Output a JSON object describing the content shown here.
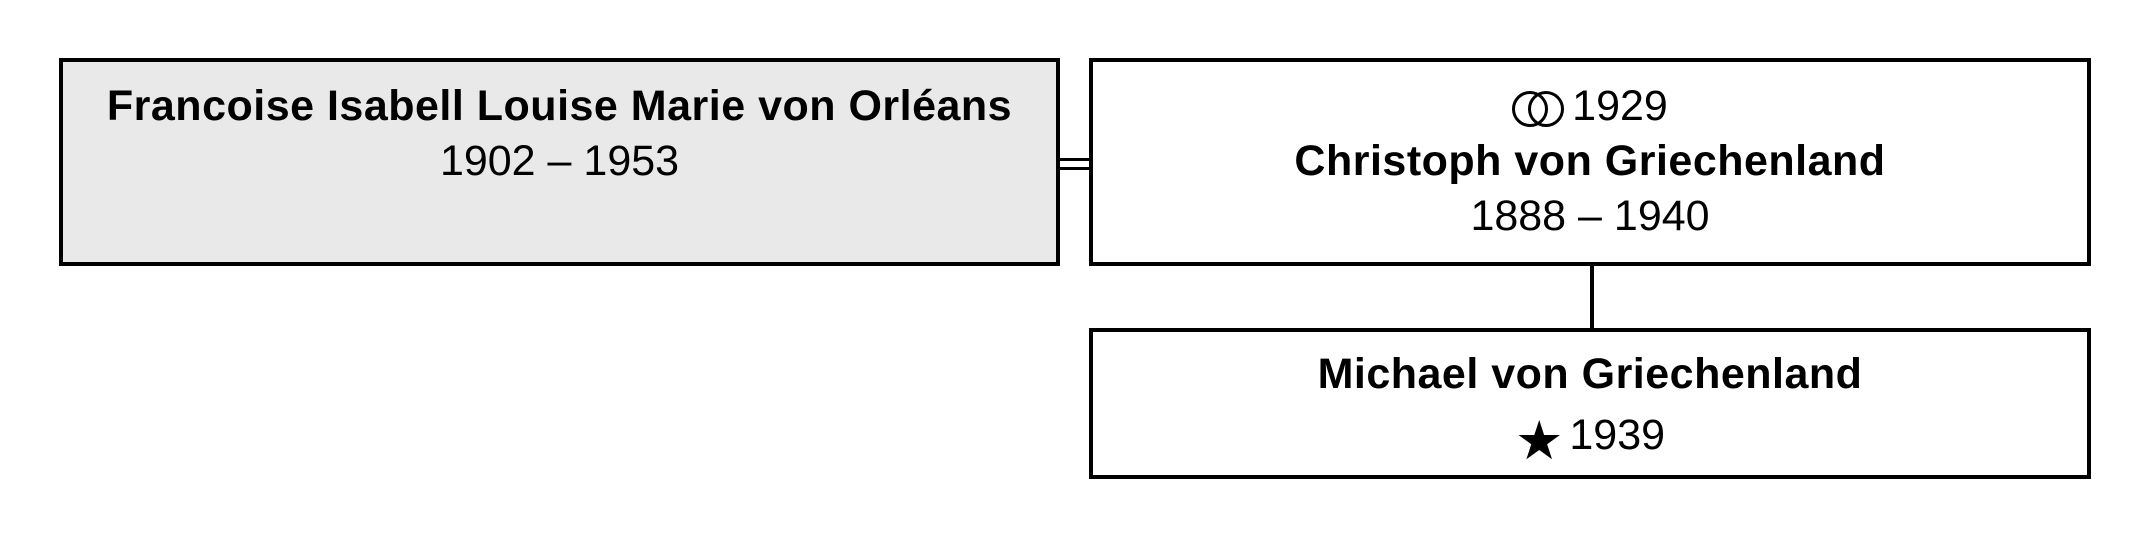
{
  "persons": {
    "francoise": {
      "name": "Francoise Isabell Louise Marie von Orléans",
      "dates": "1902 – 1953"
    },
    "christoph": {
      "marriage_year": "1929",
      "name": "Christoph von Griechenland",
      "dates": "1888 – 1940"
    },
    "michael": {
      "name": "Michael von Griechenland",
      "birth_year": "1939"
    }
  },
  "icons": {
    "marriage": "wedding-rings-icon",
    "birth": "star-icon"
  },
  "colors": {
    "root_box_background": "#e9e9e9",
    "box_background": "#ffffff",
    "border": "#000000"
  }
}
